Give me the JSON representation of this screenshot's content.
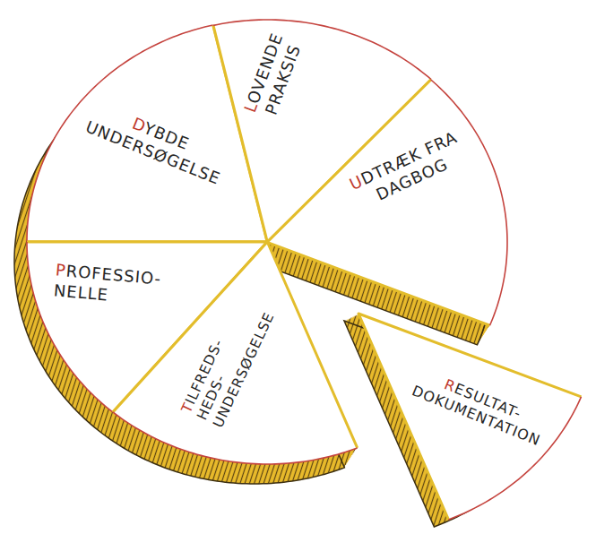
{
  "diagram": {
    "nodes": [
      {
        "text": [
          "DYBDE UNDERSØGELSE"
        ]
      },
      {
        "text": [
          "LOVENDE PRAKSIS"
        ]
      },
      {
        "text": [
          "UDTRÆK FRA DAGBOG"
        ]
      },
      {
        "text": [
          "PROFESSIO- NELLE"
        ]
      },
      {
        "text": [
          "TILFREDS- HEDS- UNDERSØGELSE"
        ]
      },
      {
        "text": [
          "RESULTAT- DOKUMENTATION"
        ]
      }
    ]
  }
}
